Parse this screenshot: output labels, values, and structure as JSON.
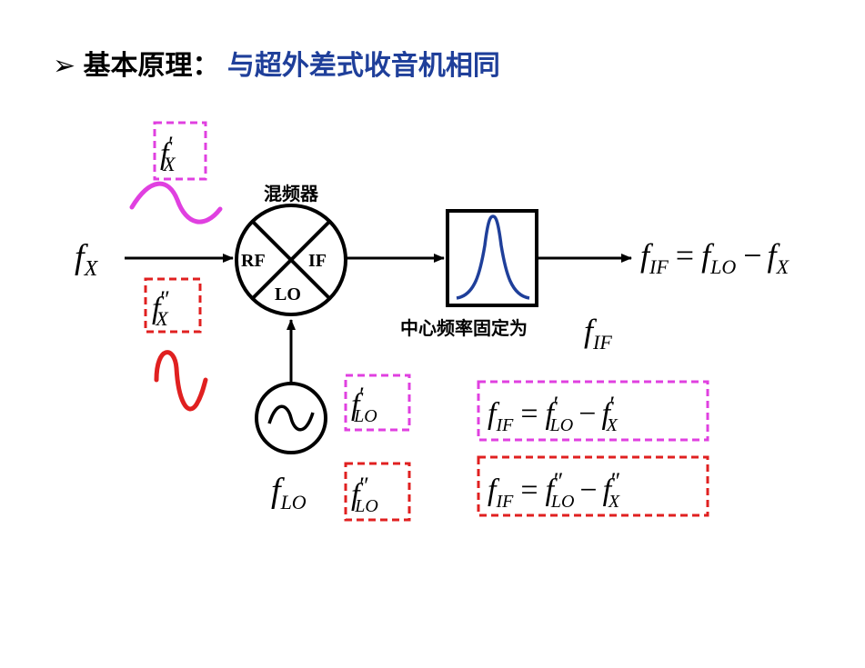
{
  "heading": {
    "bullet": "➢",
    "label": "基本原理：",
    "text": "与超外差式收音机相同"
  },
  "mixer": {
    "title": "混频器",
    "port_rf": "RF",
    "port_if": "IF",
    "port_lo": "LO"
  },
  "filter": {
    "caption": "中心频率固定为"
  },
  "symbols": {
    "f": "f",
    "sub_x": "X",
    "sub_if": "IF",
    "sub_lo": "LO",
    "prime1": "′",
    "prime2": "″",
    "eq": "=",
    "minus": "−"
  },
  "colors": {
    "heading_text": "#1f3f9a",
    "magenta": "#e040e0",
    "red": "#e02020",
    "filter_curve": "#1f3f9a",
    "line": "#000000"
  }
}
